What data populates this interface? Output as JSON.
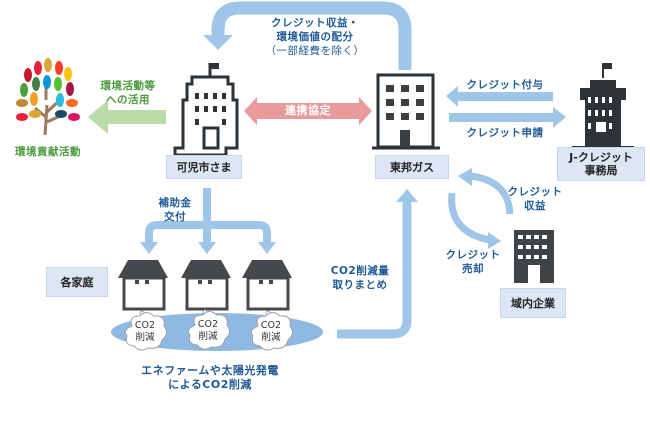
{
  "diagram": {
    "nodes": {
      "city": "可児市さま",
      "toho_gas": "東邦ガス",
      "jcredit_office_line1": "J-クレジット",
      "jcredit_office_line2": "事務局",
      "local_company": "域内企業",
      "households": "各家庭",
      "env_activity": "環境貢献活動"
    },
    "arrows": {
      "revenue_line1": "クレジット収益・",
      "revenue_line2": "環境価値の配分",
      "revenue_line3": "（一部経費を除く）",
      "env_use_line1": "環境活動等",
      "env_use_line2": "への活用",
      "partnership": "連携協定",
      "credit_grant": "クレジット付与",
      "credit_apply": "クレジット申請",
      "credit_revenue_line1": "クレジット",
      "credit_revenue_line2": "収益",
      "credit_sale_line1": "クレジット",
      "credit_sale_line2": "売却",
      "subsidy_line1": "補助金",
      "subsidy_line2": "交付",
      "co2_collect_line1": "CO2削減量",
      "co2_collect_line2": "取りまとめ"
    },
    "clouds": [
      {
        "line1": "CO2",
        "line2": "削減"
      },
      {
        "line1": "CO2",
        "line2": "削減"
      },
      {
        "line1": "CO2",
        "line2": "削減"
      }
    ],
    "caption_line1": "エネファームや太陽光発電",
    "caption_line2": "によるCO2削減",
    "colors": {
      "arrow_blue": "#9fc5e8",
      "arrow_green": "#b9dca8",
      "arrow_pink": "#e99a9a",
      "label_blue": "#1f5a96",
      "label_green": "#4a9a3a",
      "box_fill": "#dce6f4",
      "building_dark": "#3a3f44",
      "ellipse_blue": "#8fb8e3"
    }
  }
}
